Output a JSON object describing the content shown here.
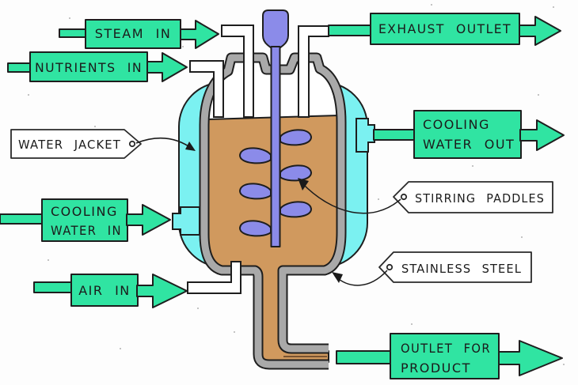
{
  "diagram": {
    "subject": "industrial fermenter / bioreactor labelled diagram",
    "flow_labels": {
      "steam_in": "STEAM IN",
      "nutrients_in": "NUTRIENTS IN",
      "exhaust_outlet": "EXHAUST OUTLET",
      "cooling_water_out_line1": "COOLING",
      "cooling_water_out_line2": "WATER OUT",
      "cooling_water_in_line1": "COOLING",
      "cooling_water_in_line2": "WATER IN",
      "air_in": "AIR IN",
      "outlet_for_product_line1": "OUTLET FOR",
      "outlet_for_product_line2": "PRODUCT"
    },
    "part_labels": {
      "water_jacket": "WATER JACKET",
      "stirring_paddles": "STIRRING PADDLES",
      "stainless_steel": "STAINLESS STEEL"
    },
    "colors": {
      "arrow_green": "#30e4a2",
      "jacket_cyan": "#7bf1f1",
      "medium_brown": "#d0995e",
      "stirrer_purple": "#8b8be9",
      "steel_gray": "#a9a9a9",
      "ink": "#1b1b1b",
      "background": "#fdfdfd"
    }
  }
}
